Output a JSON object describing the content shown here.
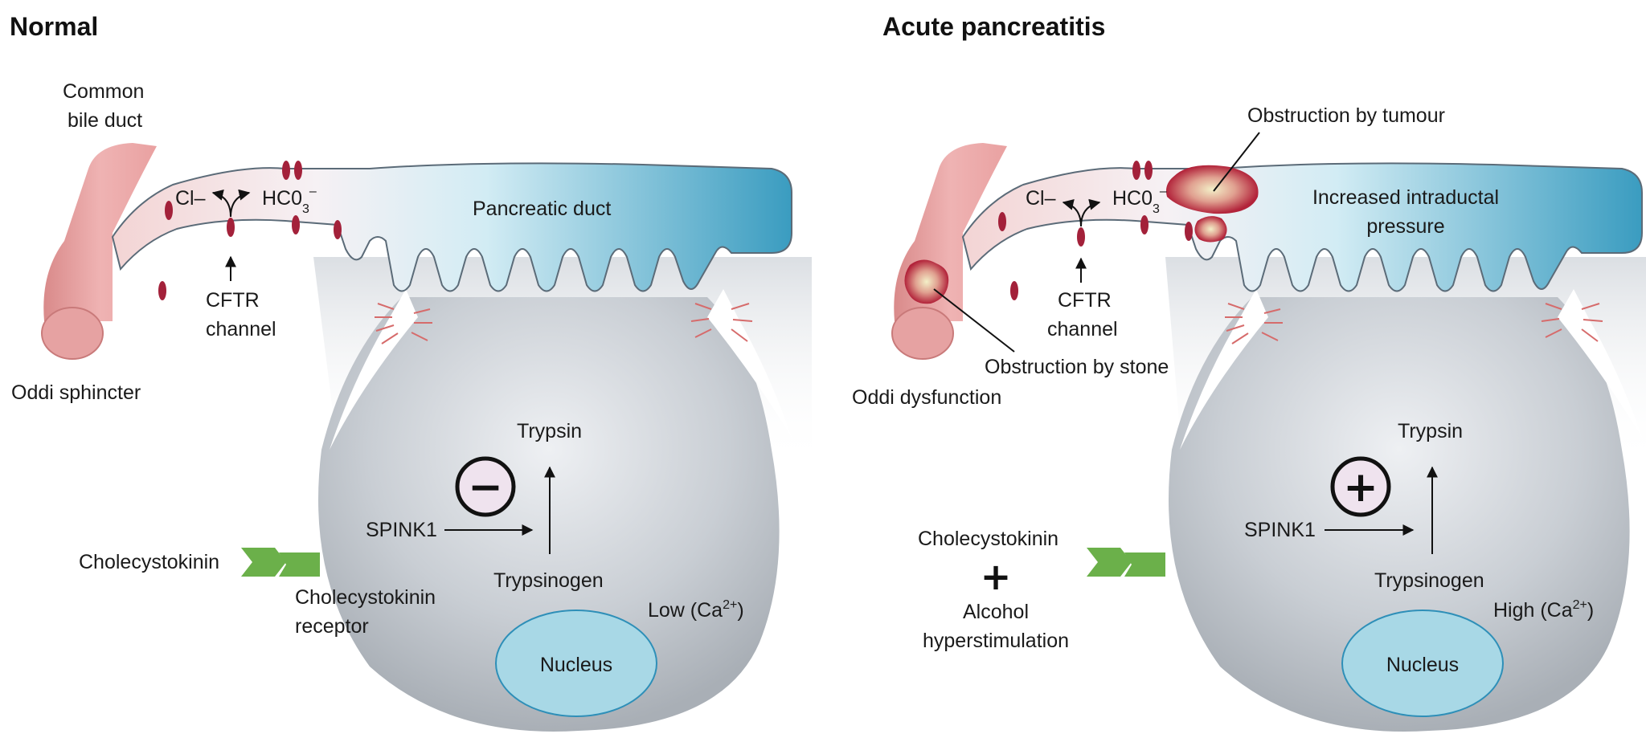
{
  "normal": {
    "title": "Normal",
    "common_bile_duct": [
      "Common",
      "bile duct"
    ],
    "cl": "Cl–",
    "hco3": "HC0",
    "hco3_sub": "3",
    "hco3_sup": "–",
    "pancreatic_duct": "Pancreatic duct",
    "cftr": [
      "CFTR",
      "channel"
    ],
    "oddi": "Oddi sphincter",
    "trypsin": "Trypsin",
    "spink1": "SPINK1",
    "trypsinogen": "Trypsinogen",
    "calcium": "Low (Ca",
    "calcium_sup": "2+",
    "calcium_close": ")",
    "nucleus": "Nucleus",
    "cholecystokinin": "Cholecystokinin",
    "receptor": [
      "Cholecystokinin",
      "receptor"
    ],
    "sign": "−"
  },
  "acute": {
    "title": "Acute pancreatitis",
    "tumour": "Obstruction by tumour",
    "cl": "Cl–",
    "hco3": "HC0",
    "hco3_sub": "3",
    "hco3_sup": "–",
    "pressure": [
      "Increased intraductal",
      "pressure"
    ],
    "cftr": [
      "CFTR",
      "channel"
    ],
    "stone": "Obstruction by stone",
    "oddi": "Oddi dysfunction",
    "trypsin": "Trypsin",
    "spink1": "SPINK1",
    "trypsinogen": "Trypsinogen",
    "calcium": "High (Ca",
    "calcium_sup": "2+",
    "calcium_close": ")",
    "nucleus": "Nucleus",
    "cholecystokinin": "Cholecystokinin",
    "plus": "+",
    "alcohol": [
      "Alcohol",
      "hyperstimulation"
    ],
    "sign": "+"
  },
  "colors": {
    "duct_pink": "#e8a6a6",
    "duct_blue": "#3a9cc0",
    "cell_grey": "#c4c9cf",
    "nucleus": "#a8d8e6",
    "channel_red": "#a3213a",
    "receptor_green": "#6bb04a"
  }
}
